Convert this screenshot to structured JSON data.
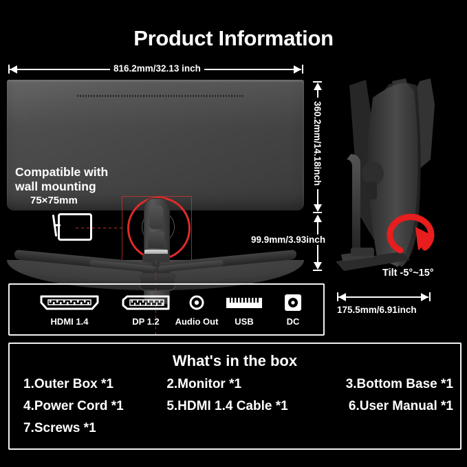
{
  "header": {
    "title": "Product Information"
  },
  "dimensions": {
    "width_label": "816.2mm/32.13 inch",
    "height_label": "360.2mm/14.18inch",
    "stand_height_label": "99.9mm/3.93inch",
    "depth_label": "175.5mm/6.91inch"
  },
  "wall_mount": {
    "line1": "Compatible with",
    "line2": "wall mounting",
    "spec": "75×75mm",
    "icon": "wall-mount-icon"
  },
  "tilt": {
    "label": "Tilt -5°~15°",
    "icon": "tilt-arrow-icon"
  },
  "ports": {
    "items": [
      {
        "label": "HDMI 1.4",
        "icon": "hdmi-port-icon"
      },
      {
        "label": "DP 1.2",
        "icon": "displayport-port-icon"
      },
      {
        "label": "Audio Out",
        "icon": "audio-jack-icon"
      },
      {
        "label": "USB",
        "icon": "usb-port-icon"
      },
      {
        "label": "DC",
        "icon": "dc-power-icon"
      }
    ]
  },
  "box_contents": {
    "title": "What's in the box",
    "items": [
      "1.Outer Box *1",
      "2.Monitor *1",
      "3.Bottom Base *1",
      "4.Power Cord *1",
      "5.HDMI 1.4 Cable *1",
      "6.User Manual *1",
      "7.Screws *1"
    ]
  },
  "colors": {
    "background": "#000000",
    "text": "#ffffff",
    "accent_red": "#e02b2b",
    "panel_gray": "#4a4a4a"
  }
}
